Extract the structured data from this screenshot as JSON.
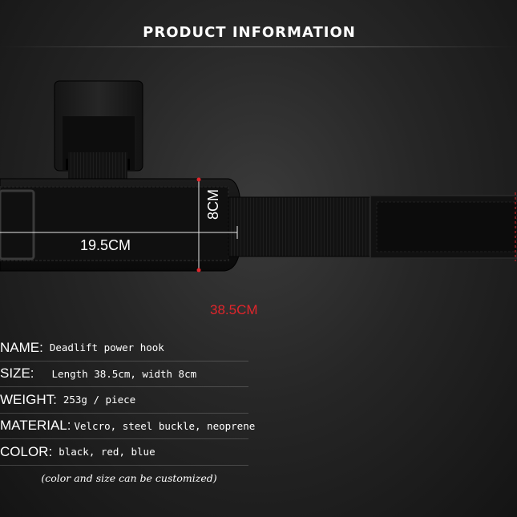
{
  "header": {
    "title": "PRODUCT INFORMATION"
  },
  "dimensions": {
    "width_label": "19.5CM",
    "height_label": "8CM",
    "length_label": "38.5CM"
  },
  "specs": [
    {
      "label": "NAME:",
      "value": "Deadlift power hook"
    },
    {
      "label": "SIZE:",
      "value": "Length 38.5cm, width 8cm"
    },
    {
      "label": "WEIGHT:",
      "value": "253g / piece"
    },
    {
      "label": "MATERIAL:",
      "value": "Velcro, steel buckle, neoprene"
    },
    {
      "label": "COLOR:",
      "value": "black, red, blue"
    }
  ],
  "note": "(color and size can be customized)",
  "colors": {
    "accent_red": "#e0252b",
    "background": "#262626",
    "product": "#141414"
  }
}
